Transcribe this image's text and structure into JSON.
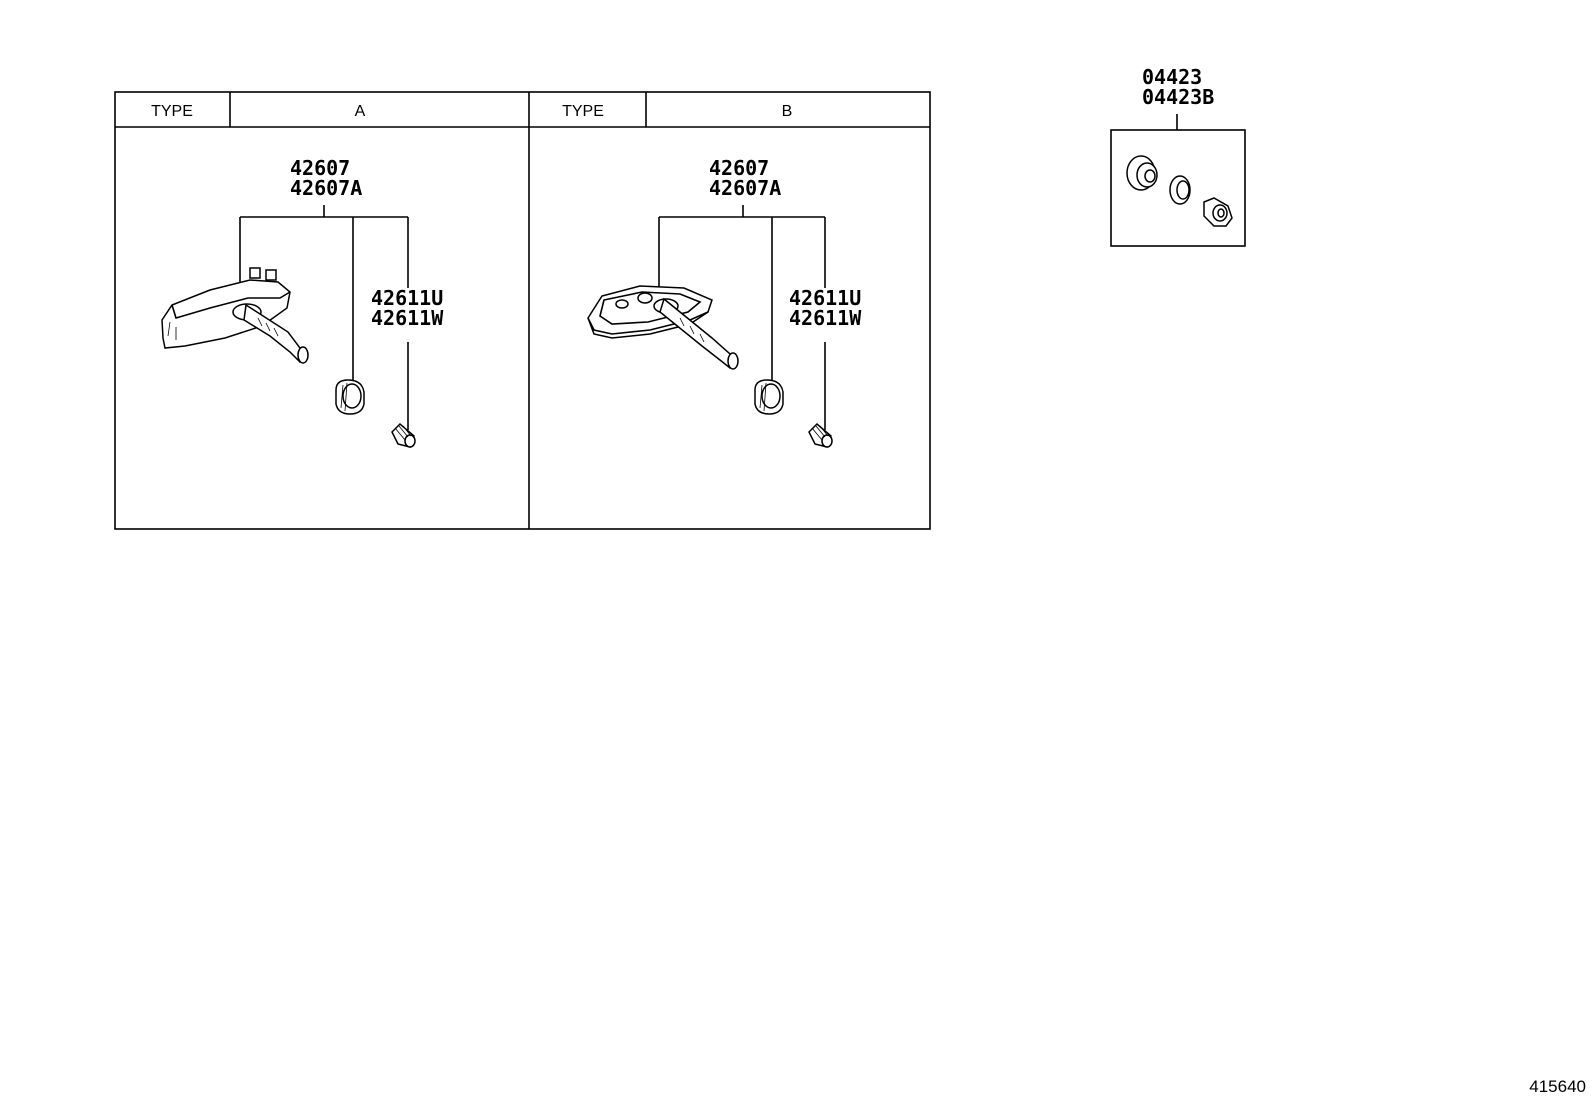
{
  "colors": {
    "ink": "#000000",
    "background": "#ffffff"
  },
  "panels": [
    {
      "type_label": "TYPE",
      "type_value": "A",
      "sensor_parts": [
        "42607",
        "42607A"
      ],
      "cap_parts": [
        "42611U",
        "42611W"
      ]
    },
    {
      "type_label": "TYPE",
      "type_value": "B",
      "sensor_parts": [
        "42607",
        "42607A"
      ],
      "cap_parts": [
        "42611U",
        "42611W"
      ]
    }
  ],
  "kit": {
    "parts": [
      "04423",
      "04423B"
    ]
  },
  "reference_number": "415640"
}
